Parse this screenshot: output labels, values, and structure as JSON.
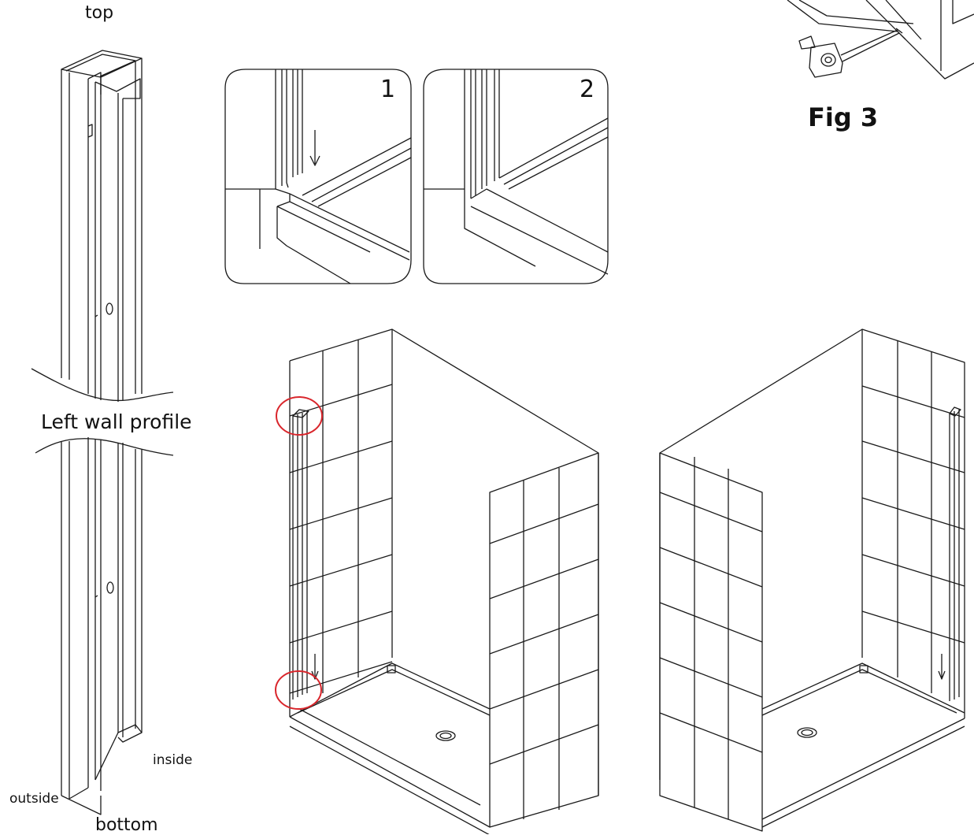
{
  "labels": {
    "top": "top",
    "left_wall_profile": "Left wall profile",
    "inside": "inside",
    "outside": "outside",
    "bottom": "bottom",
    "figure": "Fig 3",
    "step_1": "1",
    "step_2": "2"
  },
  "colors": {
    "line": "#1a1a1a",
    "highlight_circle": "#d9262c",
    "background": "#ffffff"
  },
  "icons": {
    "tape_measure": "tape-measure-icon",
    "down_arrow": "down-arrow-icon"
  }
}
